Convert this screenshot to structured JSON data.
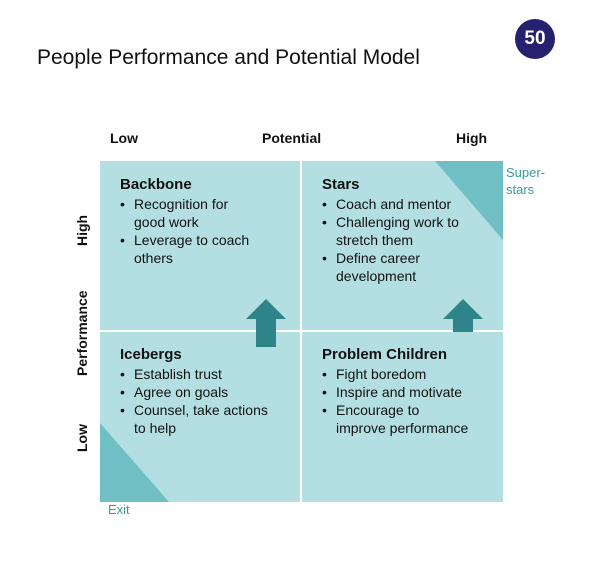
{
  "badge": "50",
  "title": "People Performance and Potential Model",
  "axes": {
    "potential_low": "Low",
    "potential_label": "Potential",
    "potential_high": "High",
    "performance_high": "High",
    "performance_label": "Performance",
    "performance_low": "Low"
  },
  "quadrants": {
    "backbone": {
      "title": "Backbone",
      "bullets": [
        "Recognition for",
        "good work",
        "Leverage to coach",
        "others"
      ]
    },
    "stars": {
      "title": "Stars",
      "bullets": [
        "Coach and mentor",
        "Challenging work to",
        "stretch them",
        "Define career",
        "development"
      ]
    },
    "icebergs": {
      "title": "Icebergs",
      "bullets": [
        "Establish trust",
        "Agree on goals",
        "Counsel, take actions",
        "to help"
      ]
    },
    "problem_children": {
      "title": "Problem Children",
      "bullets": [
        "Fight boredom",
        "Inspire and motivate",
        "Encourage to",
        "improve performance"
      ]
    }
  },
  "corner_labels": {
    "superstars_line1": "Super-",
    "superstars_line2": "stars",
    "exit": "Exit"
  },
  "colors": {
    "quadrant_fill": "#b3dfe2",
    "accent_triangle": "#6fbfc4",
    "arrow": "#2e8488",
    "badge": "#26206e",
    "corner_text": "#3a9a9d"
  }
}
